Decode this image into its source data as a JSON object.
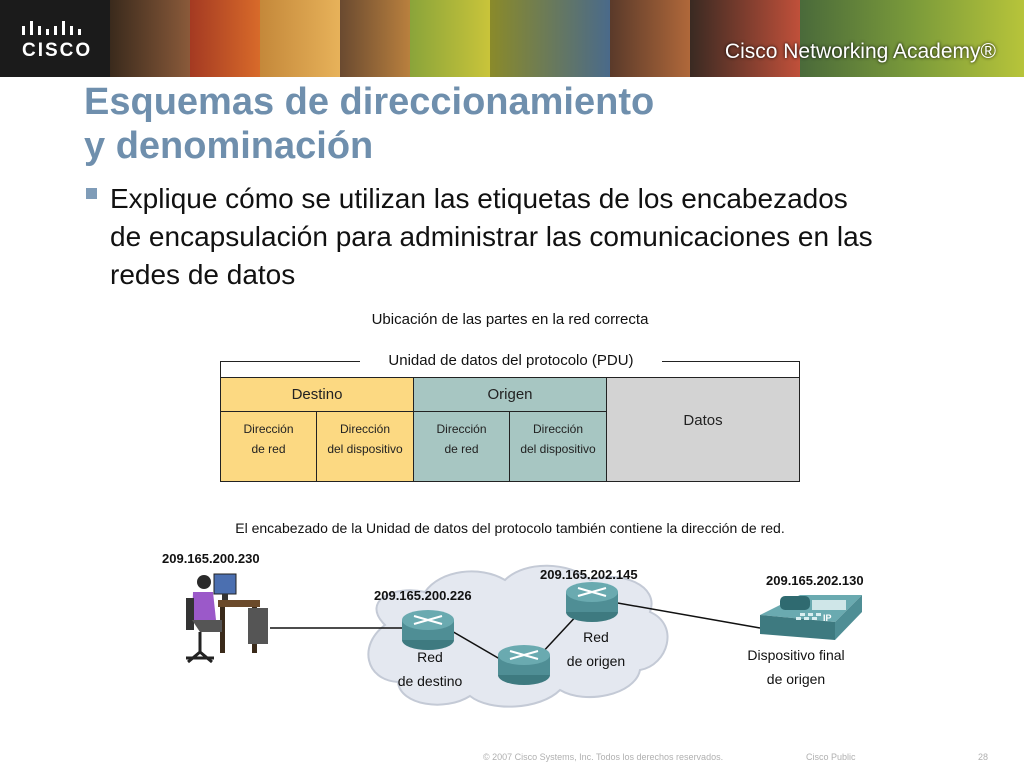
{
  "header": {
    "logo_text": "CISCO",
    "academy_title": "Cisco Networking Academy®"
  },
  "slide": {
    "title_line1": "Esquemas de direccionamiento",
    "title_line2": "y denominación",
    "bullet": "Explique cómo se utilizan las etiquetas de los encabezados de encapsulación para administrar las comunicaciones en las redes de datos"
  },
  "pdu_diagram": {
    "title": "Ubicación de las partes en la red correcta",
    "pdu_label": "Unidad de datos del protocolo (PDU)",
    "destino": "Destino",
    "origen": "Origen",
    "datos": "Datos",
    "dir_red_1": "Dirección",
    "dir_red_2": "de red",
    "dir_disp_1": "Dirección",
    "dir_disp_2": "del dispositivo"
  },
  "network": {
    "caption": "El encabezado de la Unidad de datos del protocolo también contiene la dirección de red.",
    "ip_pc": "209.165.200.230",
    "ip_router_dest": "209.165.200.226",
    "ip_router_orig": "209.165.202.145",
    "ip_phone": "209.165.202.130",
    "red_destino_1": "Red",
    "red_destino_2": "de destino",
    "red_origen_1": "Red",
    "red_origen_2": "de origen",
    "dispositivo_1": "Dispositivo final",
    "dispositivo_2": "de origen",
    "phone_badge": "IP"
  },
  "footer": {
    "copyright": "© 2007 Cisco Systems, Inc. Todos los derechos reservados.",
    "classification": "Cisco Public",
    "page_number": "28"
  },
  "colors": {
    "title": "#6f8fad",
    "destino": "#fcd982",
    "origen": "#a7c6c2",
    "datos": "#d3d3d3",
    "cloud": "#e4e8f0",
    "device": "#4f8e95"
  }
}
